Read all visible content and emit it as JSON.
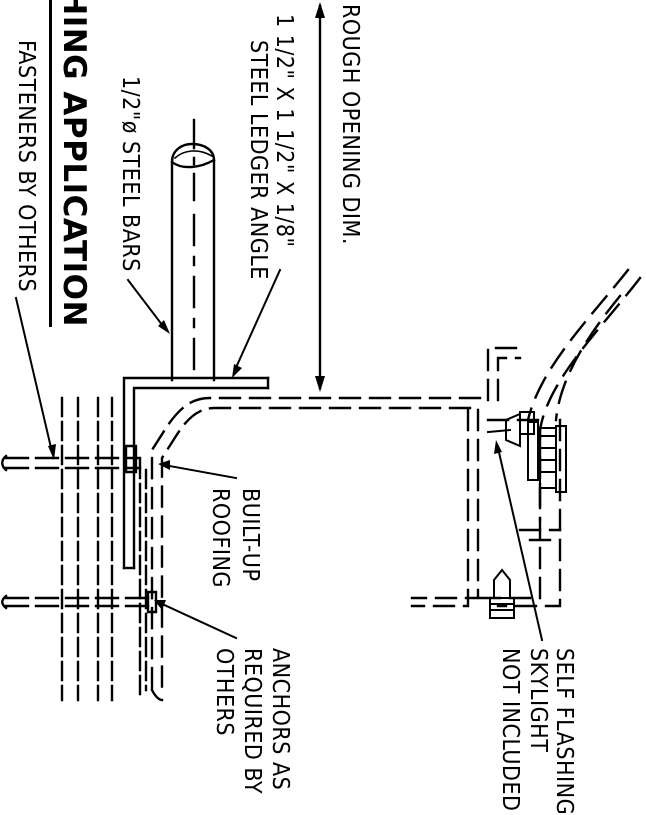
{
  "title": "FLASHING APPLICATION",
  "labels": {
    "rough_opening": "ROUGH OPENING DIM.",
    "ledger_angle_1": "1 1/2\" X 1 1/2\" X 1/8\"",
    "ledger_angle_2": "STEEL LEDGER ANGLE",
    "steel_bars": "1/2\"ø STEEL BARS",
    "fasteners": "FASTENERS BY OTHERS",
    "built_up_1": "BUILT-UP",
    "built_up_2": "ROOFING",
    "anchors_1": "ANCHORS AS",
    "anchors_2": "REQUIRED BY",
    "anchors_3": "OTHERS",
    "skylight_1": "SELF FLASHING",
    "skylight_2": "SKYLIGHT",
    "skylight_3": "NOT INCLUDED"
  },
  "colors": {
    "line": "#000000",
    "background": "#ffffff"
  }
}
